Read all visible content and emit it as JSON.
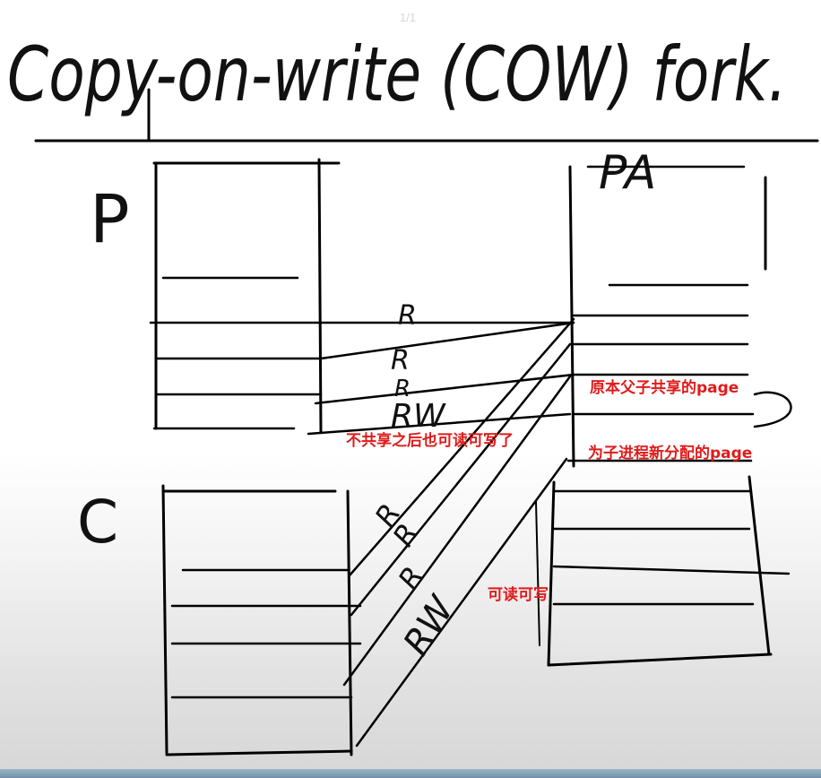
{
  "viewer": {
    "page_counter": "1/1"
  },
  "title": "Copy-on-write (COW) fork.",
  "processes": {
    "parent_label": "P",
    "child_label": "C",
    "physical_label": "PA"
  },
  "permissions": {
    "parent": [
      "R",
      "R",
      "R",
      "RW"
    ],
    "child": [
      "R",
      "R",
      "R",
      "RW"
    ]
  },
  "annotations": {
    "shared_page": "原本父子共享的page",
    "new_page": "为子进程新分配的page",
    "after_unshare": "不共享之后也可读可写了",
    "read_write": "可读可写"
  },
  "colors": {
    "ink": "#000000",
    "annotation": "#e01b1b"
  }
}
